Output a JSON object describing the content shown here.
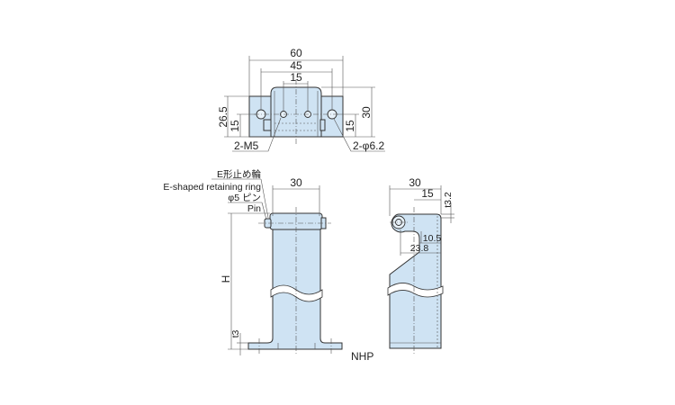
{
  "top_view": {
    "dim_overall_width": "60",
    "dim_hole_pitch": "45",
    "dim_tapped_pitch": "15",
    "dim_height_left": "26.5",
    "dim_hole_height_left": "15",
    "dim_height_right": "30",
    "dim_hole_height_right": "15",
    "label_tapped_holes": "2-M5",
    "label_through_holes": "2-φ6.2"
  },
  "front_view": {
    "label_ering_jp": "E形止め輪",
    "label_ering_en": "E-shaped retaining ring",
    "label_pin_jp": "φ5 ピン",
    "label_pin_en": "Pin",
    "dim_width": "30",
    "dim_height": "H",
    "dim_thickness": "t3"
  },
  "side_view": {
    "dim_width": "30",
    "dim_half": "15",
    "dim_thickness": "t3.2",
    "dim_slot": "10.5",
    "dim_depth": "23.8"
  },
  "model_label": "NHP"
}
